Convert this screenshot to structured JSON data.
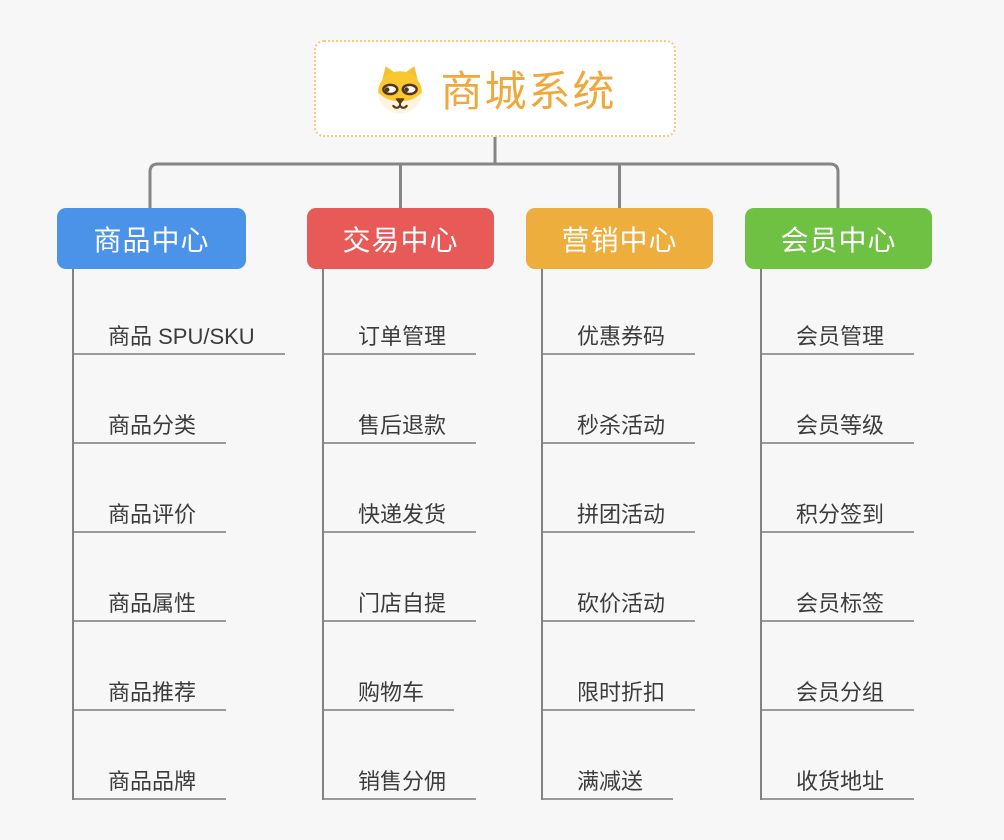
{
  "root": {
    "title": "商城系统",
    "icon": "shiba-dog-icon"
  },
  "branches": [
    {
      "label": "商品中心",
      "color": "#4b93e8",
      "children": [
        "商品 SPU/SKU",
        "商品分类",
        "商品评价",
        "商品属性",
        "商品推荐",
        "商品品牌"
      ]
    },
    {
      "label": "交易中心",
      "color": "#e85a57",
      "children": [
        "订单管理",
        "售后退款",
        "快递发货",
        "门店自提",
        "购物车",
        "销售分佣"
      ]
    },
    {
      "label": "营销中心",
      "color": "#edae3e",
      "children": [
        "优惠券码",
        "秒杀活动",
        "拼团活动",
        "砍价活动",
        "限时折扣",
        "满减送"
      ]
    },
    {
      "label": "会员中心",
      "color": "#6fc144",
      "children": [
        "会员管理",
        "会员等级",
        "积分签到",
        "会员标签",
        "会员分组",
        "收货地址"
      ]
    }
  ],
  "colors": {
    "background": "#f7f7f7",
    "root_text": "#f0a73c",
    "root_border": "#f4c982",
    "connector": "#868686",
    "child_underline": "#9a9a9a",
    "child_text": "#3c3c3c"
  }
}
